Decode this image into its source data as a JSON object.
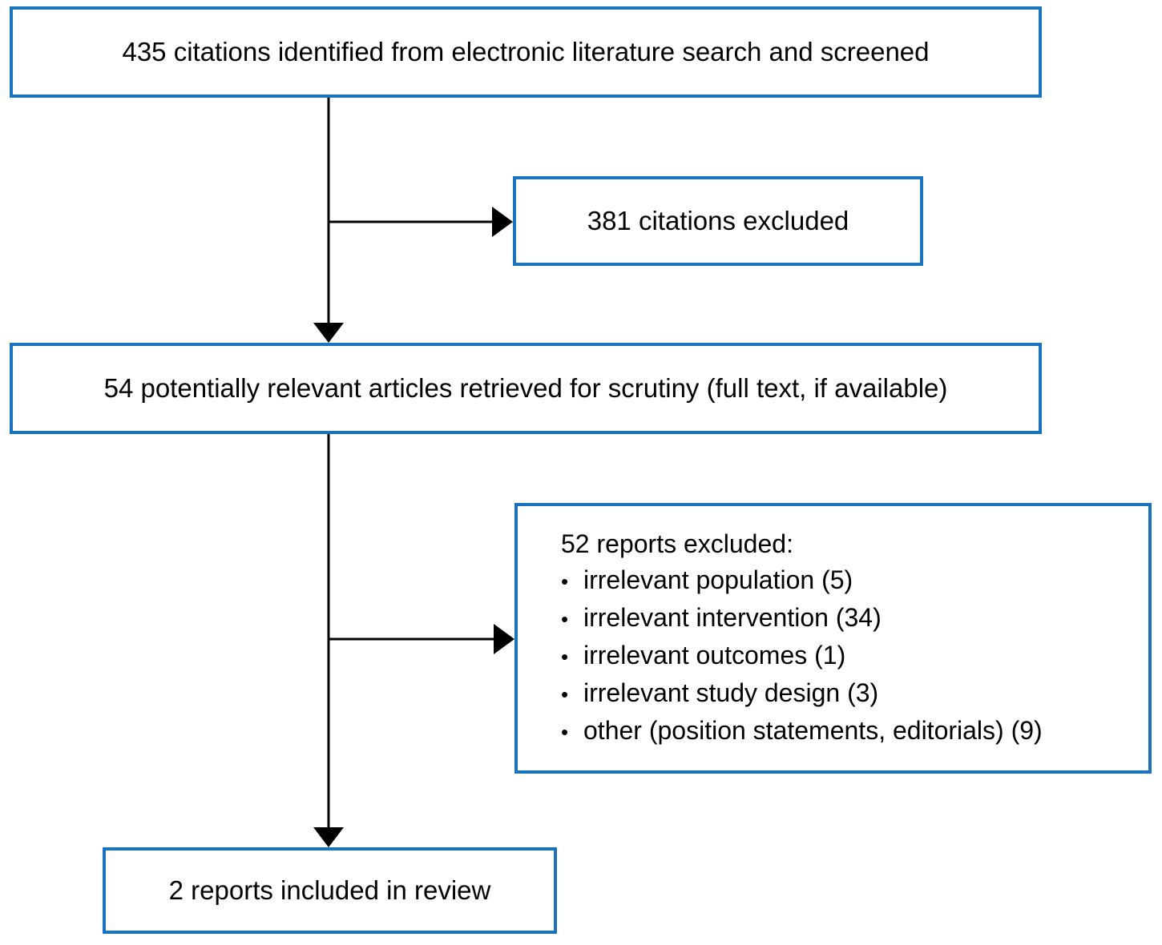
{
  "diagram": {
    "kind": "literature-review-flowchart",
    "accent_color": "#1B72BF",
    "line_color": "#000000",
    "bullet_glyph": "•",
    "boxes": {
      "screened": {
        "text": "435 citations identified from electronic literature search and screened"
      },
      "citations_excluded": {
        "text": "381 citations excluded"
      },
      "retrieved": {
        "text": "54 potentially relevant articles retrieved for scrutiny (full text, if available)"
      },
      "reports_excluded": {
        "heading": "52 reports excluded:",
        "bullets": [
          "irrelevant population (5)",
          "irrelevant intervention (34)",
          "irrelevant outcomes (1)",
          "irrelevant study design (3)",
          "other (position statements, editorials) (9)"
        ]
      },
      "included": {
        "text": "2 reports included in review"
      }
    },
    "edges": [
      {
        "from": "screened",
        "to": "retrieved"
      },
      {
        "from": "screened",
        "to": "citations_excluded"
      },
      {
        "from": "retrieved",
        "to": "included"
      },
      {
        "from": "retrieved",
        "to": "reports_excluded"
      }
    ]
  }
}
